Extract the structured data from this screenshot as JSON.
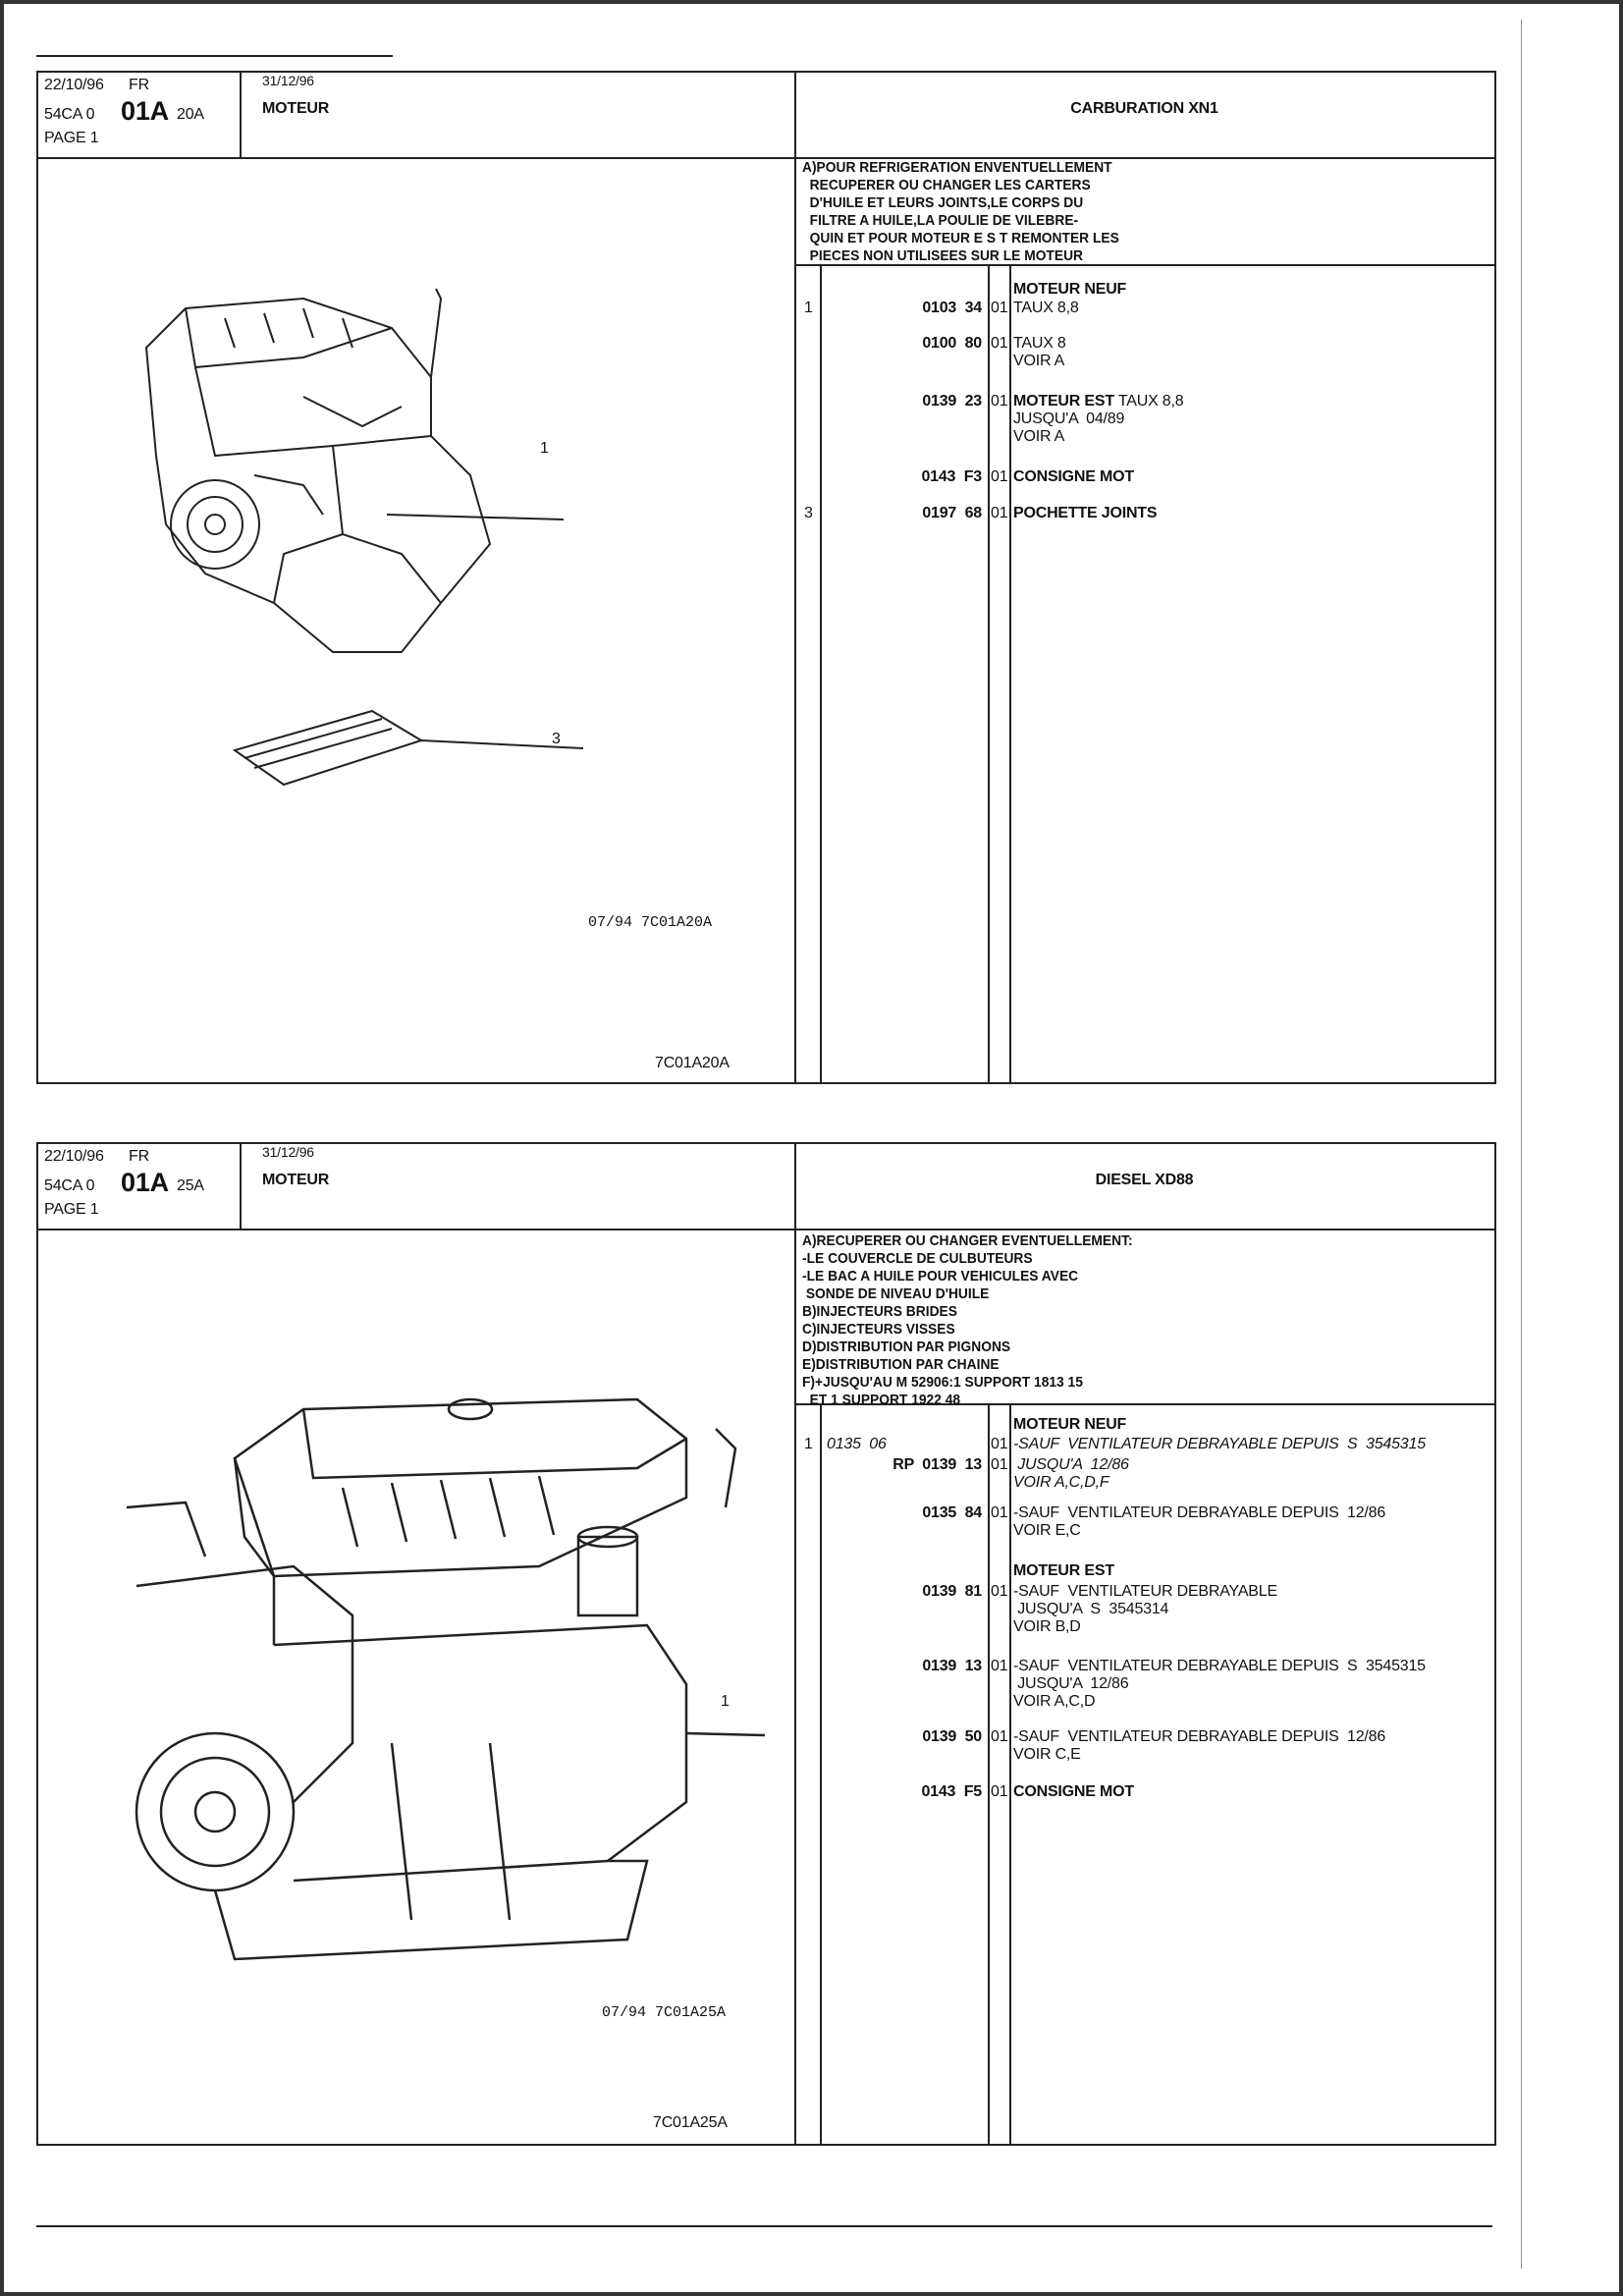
{
  "panels": [
    {
      "header": {
        "date": "22/10/96",
        "lang": "FR",
        "code_prefix": "54CA 0",
        "code_main": "01A",
        "code_suffix": "20A",
        "page": "PAGE 1",
        "date2": "31/12/96",
        "section": "MOTEUR",
        "title": "CARBURATION XN1"
      },
      "notes": [
        "A)POUR REFRIGERATION ENVENTUELLEMENT",
        "  RECUPERER OU CHANGER LES CARTERS",
        "  D'HUILE ET LEURS JOINTS,LE CORPS DU",
        "  FILTRE A HUILE,LA POULIE DE VILEBRE-",
        "  QUIN ET POUR MOTEUR E S T REMONTER LES",
        "  PIECES NON UTILISEES SUR LE MOTEUR"
      ],
      "rows": [
        {
          "ref": "",
          "part": "",
          "qty": "",
          "lines": [
            {
              "t": "MOTEUR NEUF",
              "b": true
            }
          ]
        },
        {
          "ref": "1",
          "part": "0103  34",
          "qty": "01",
          "lines": [
            {
              "t": "TAUX 8,8"
            }
          ]
        },
        {
          "ref": "",
          "part": "0100  80",
          "qty": "01",
          "lines": [
            {
              "t": "TAUX 8"
            },
            {
              "t": "VOIR A"
            }
          ]
        },
        {
          "ref": "",
          "part": "0139  23",
          "qty": "01",
          "lines": [
            {
              "t": "MOTEUR EST",
              "b": true,
              "rest": " TAUX 8,8"
            },
            {
              "t": "JUSQU'A  04/89"
            },
            {
              "t": "VOIR A"
            }
          ]
        },
        {
          "ref": "",
          "part": "0143  F3",
          "qty": "01",
          "lines": [
            {
              "t": "CONSIGNE MOT",
              "b": true
            }
          ]
        },
        {
          "ref": "3",
          "part": "0197  68",
          "qty": "01",
          "lines": [
            {
              "t": "POCHETTE JOINTS",
              "b": true
            }
          ]
        }
      ],
      "callouts": [
        "1",
        "3"
      ],
      "caption": "07/94 7C01A20A",
      "figure_id": "7C01A20A"
    },
    {
      "header": {
        "date": "22/10/96",
        "lang": "FR",
        "code_prefix": "54CA 0",
        "code_main": "01A",
        "code_suffix": "25A",
        "page": "PAGE 1",
        "date2": "31/12/96",
        "section": "MOTEUR",
        "title": "DIESEL XD88"
      },
      "notes": [
        "A)RECUPERER OU CHANGER EVENTUELLEMENT:",
        "-LE COUVERCLE DE CULBUTEURS",
        "-LE BAC A HUILE POUR VEHICULES AVEC",
        " SONDE DE NIVEAU D'HUILE",
        "B)INJECTEURS BRIDES",
        "C)INJECTEURS VISSES",
        "D)DISTRIBUTION PAR PIGNONS",
        "E)DISTRIBUTION PAR CHAINE",
        "F)+JUSQU'AU M 52906:1 SUPPORT 1813 15",
        "  ET 1 SUPPORT 1922 48"
      ],
      "rows": [
        {
          "ref": "",
          "part": "",
          "qty": "",
          "lines": [
            {
              "t": "MOTEUR NEUF",
              "b": true
            }
          ]
        },
        {
          "ref": "1",
          "part_alt": "0135  06",
          "part": "",
          "qty": "01",
          "lines": [
            {
              "t": "-SAUF  VENTILATEUR DEBRAYABLE DEPUIS  S  3545315",
              "i": true
            }
          ]
        },
        {
          "ref": "",
          "part": "RP  0139  13",
          "qty": "01",
          "lines": [
            {
              "t": " JUSQU'A  12/86",
              "i": true
            },
            {
              "t": "VOIR A,C,D,F",
              "i": true
            }
          ]
        },
        {
          "ref": "",
          "part": "0135  84",
          "qty": "01",
          "lines": [
            {
              "t": "-SAUF  VENTILATEUR DEBRAYABLE DEPUIS  12/86"
            },
            {
              "t": "VOIR E,C"
            }
          ]
        },
        {
          "ref": "",
          "part": "",
          "qty": "",
          "lines": [
            {
              "t": "MOTEUR EST",
              "b": true
            }
          ]
        },
        {
          "ref": "",
          "part": "0139  81",
          "qty": "01",
          "lines": [
            {
              "t": "-SAUF  VENTILATEUR DEBRAYABLE"
            },
            {
              "t": " JUSQU'A  S  3545314"
            },
            {
              "t": "VOIR B,D"
            }
          ]
        },
        {
          "ref": "",
          "part": "0139  13",
          "qty": "01",
          "lines": [
            {
              "t": "-SAUF  VENTILATEUR DEBRAYABLE DEPUIS  S  3545315"
            },
            {
              "t": " JUSQU'A  12/86"
            },
            {
              "t": "VOIR A,C,D"
            }
          ]
        },
        {
          "ref": "",
          "part": "0139  50",
          "qty": "01",
          "lines": [
            {
              "t": "-SAUF  VENTILATEUR DEBRAYABLE DEPUIS  12/86"
            },
            {
              "t": "VOIR C,E"
            }
          ]
        },
        {
          "ref": "",
          "part": "0143  F5",
          "qty": "01",
          "lines": [
            {
              "t": "CONSIGNE MOT",
              "b": true
            }
          ]
        }
      ],
      "callouts": [
        "1"
      ],
      "caption": "07/94 7C01A25A",
      "figure_id": "7C01A25A"
    }
  ]
}
